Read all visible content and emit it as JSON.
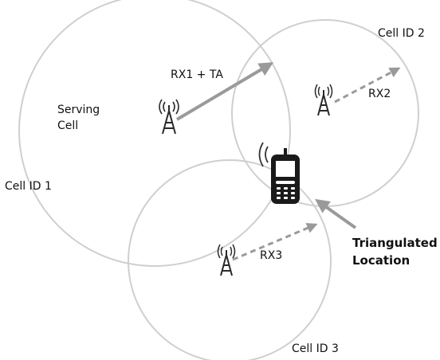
{
  "diagram": {
    "labels": {
      "cell1": "Cell ID 1",
      "cell2": "Cell ID 2",
      "cell3": "Cell ID 3",
      "serving_line1": "Serving",
      "serving_line2": "Cell",
      "rx1": "RX1 + TA",
      "rx2": "RX2",
      "rx3": "RX3",
      "triangulated_line1": "Triangulated",
      "triangulated_line2": "Location"
    },
    "colors": {
      "circle": "#cfcfcf",
      "arrow": "#9a9a9a",
      "tower": "#2a2a2a",
      "phone": "#1a1a1a",
      "text": "#111111"
    },
    "icons": {
      "tower": "cell-tower-icon",
      "phone": "mobile-phone-icon"
    }
  }
}
